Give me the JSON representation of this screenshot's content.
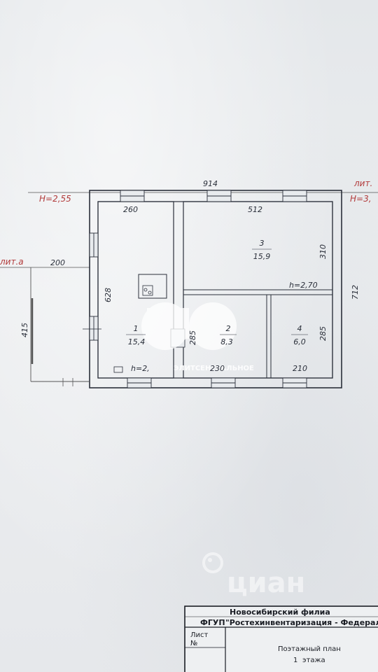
{
  "levels": {
    "left": "H=2,55",
    "right": "H=3,",
    "lit_right": "лит.",
    "lit_left": "лит.а",
    "inner": "h=2,70",
    "room1_partial": "h=2,"
  },
  "dimensions": {
    "overall_width": "914",
    "overall_depth": "712",
    "room1_top": "260",
    "room1_side": "628",
    "room3_top": "512",
    "room3_side": "310",
    "room2_side": "285",
    "room2_bottom": "230",
    "room4_side": "285",
    "room4_bottom": "210",
    "annex_top": "200",
    "annex_side": "415"
  },
  "rooms": [
    {
      "number": "1",
      "area": "15,4"
    },
    {
      "number": "2",
      "area": "8,3"
    },
    {
      "number": "3",
      "area": "15,9"
    },
    {
      "number": "4",
      "area": "6,0"
    }
  ],
  "title_block": {
    "branch": "Новосибирский филиа",
    "org_prefix": "ФГУП",
    "org_name": "\"Ростехинвентаризация - Федерал",
    "sheet_label": "Лист",
    "number_label": "№",
    "plan_title": "Поэтажный план",
    "floor_number": "1",
    "floor_label": "этажа"
  },
  "watermarks": {
    "center": "ЭЛИТСЕНТРАЛЬНОЕ",
    "bottom": "циан"
  },
  "colors": {
    "wall_line": "#2a2f3a",
    "level_mark": "#b23b3b",
    "paper": "#e8ebee"
  }
}
